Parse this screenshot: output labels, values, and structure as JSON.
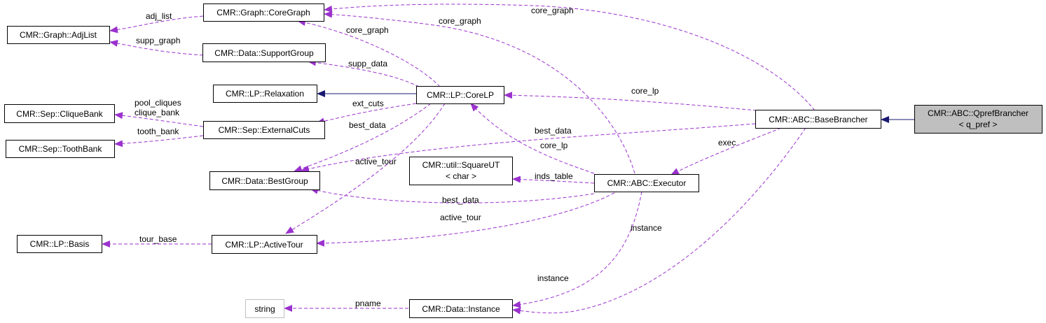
{
  "nodes": {
    "qpref_brancher": {
      "label_line1": "CMR::ABC::QprefBrancher",
      "label_line2": "< q_pref >"
    },
    "base_brancher": {
      "label": "CMR::ABC::BaseBrancher"
    },
    "executor": {
      "label": "CMR::ABC::Executor"
    },
    "core_graph": {
      "label": "CMR::Graph::CoreGraph"
    },
    "adj_list": {
      "label": "CMR::Graph::AdjList"
    },
    "support_group": {
      "label": "CMR::Data::SupportGroup"
    },
    "relaxation": {
      "label": "CMR::LP::Relaxation"
    },
    "core_lp": {
      "label": "CMR::LP::CoreLP"
    },
    "clique_bank": {
      "label": "CMR::Sep::CliqueBank"
    },
    "external_cuts": {
      "label": "CMR::Sep::ExternalCuts"
    },
    "tooth_bank": {
      "label": "CMR::Sep::ToothBank"
    },
    "best_group": {
      "label": "CMR::Data::BestGroup"
    },
    "square_ut": {
      "label_line1": "CMR::util::SquareUT",
      "label_line2": "< char >"
    },
    "basis": {
      "label": "CMR::LP::Basis"
    },
    "active_tour": {
      "label": "CMR::LP::ActiveTour"
    },
    "string": {
      "label": "string"
    },
    "instance": {
      "label": "CMR::Data::Instance"
    }
  },
  "edge_labels": {
    "adj_list": "adj_list",
    "supp_graph": "supp_graph",
    "core_graph_from_corelp": "core_graph",
    "core_graph_from_executor": "core_graph",
    "core_graph_from_basebrancher": "core_graph",
    "supp_data": "supp_data",
    "core_lp_from_basebrancher": "core_lp",
    "core_lp_from_executor": "core_lp",
    "pool_cliques": "pool_cliques",
    "clique_bank": "clique_bank",
    "tooth_bank": "tooth_bank",
    "ext_cuts": "ext_cuts",
    "best_data_from_corelp": "best_data",
    "best_data_from_basebrancher": "best_data",
    "best_data_from_executor": "best_data",
    "active_tour_from_corelp": "active_tour",
    "active_tour_from_executor": "active_tour",
    "inds_table": "inds_table",
    "exec": "exec",
    "tour_base": "tour_base",
    "instance_from_executor": "instance",
    "instance_from_basebrancher": "instance",
    "pname": "pname"
  },
  "colors": {
    "usage_edge": "#9a32cd",
    "inheritance_edge": "#191970",
    "highlight_fill": "#bfbfbf",
    "muted_border": "#bfbfbf"
  }
}
